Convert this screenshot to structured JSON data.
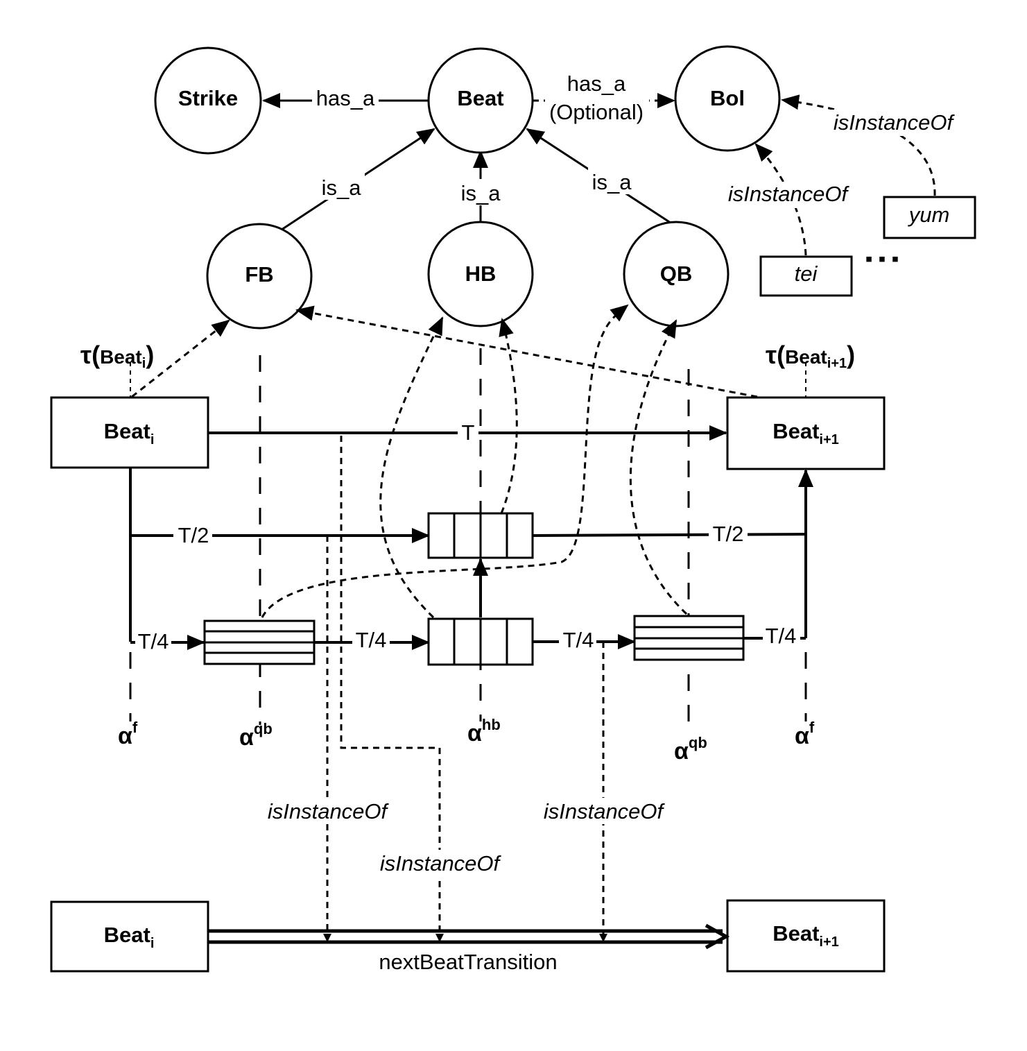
{
  "nodes": {
    "strike": "Strike",
    "beat": "Beat",
    "bol": "Bol",
    "fb": "FB",
    "hb": "HB",
    "qb": "QB"
  },
  "edges": {
    "has_a": "has_a",
    "has_a_optional_1": "has_a",
    "has_a_optional_2": "(Optional)",
    "is_a_fb": "is_a",
    "is_a_hb": "is_a",
    "is_a_qb": "is_a",
    "instance_yum": "isInstanceOf",
    "instance_tei": "isInstanceOf",
    "next_beat_transition": "nextBeatTransition"
  },
  "instances": {
    "yum": "yum",
    "tei": "tei",
    "ellipsis": "▪ ▪ ▪"
  },
  "beats": {
    "beat_i": "Beat",
    "beat_i_sub": "i",
    "beat_i1": "Beat",
    "beat_i1_sub": "i+1"
  },
  "tau": {
    "left_symbol": "τ(",
    "left_beat": "Beat",
    "left_sub": "i",
    "left_close": ")",
    "right_symbol": "τ(",
    "right_beat": "Beat",
    "right_sub": "i+1",
    "right_close": ")"
  },
  "durations": {
    "T": "T",
    "T2_left": "T/2",
    "T2_right": "T/2",
    "T4_1": "T/4",
    "T4_2": "T/4",
    "T4_3": "T/4",
    "T4_4": "T/4"
  },
  "alphas": {
    "alpha": "α",
    "f_left": "f",
    "qb_left": "qb",
    "hb": "hb",
    "qb_right": "qb",
    "f_right": "f"
  },
  "instance_labels": {
    "left": "isInstanceOf",
    "middle": "isInstanceOf",
    "right": "isInstanceOf"
  }
}
